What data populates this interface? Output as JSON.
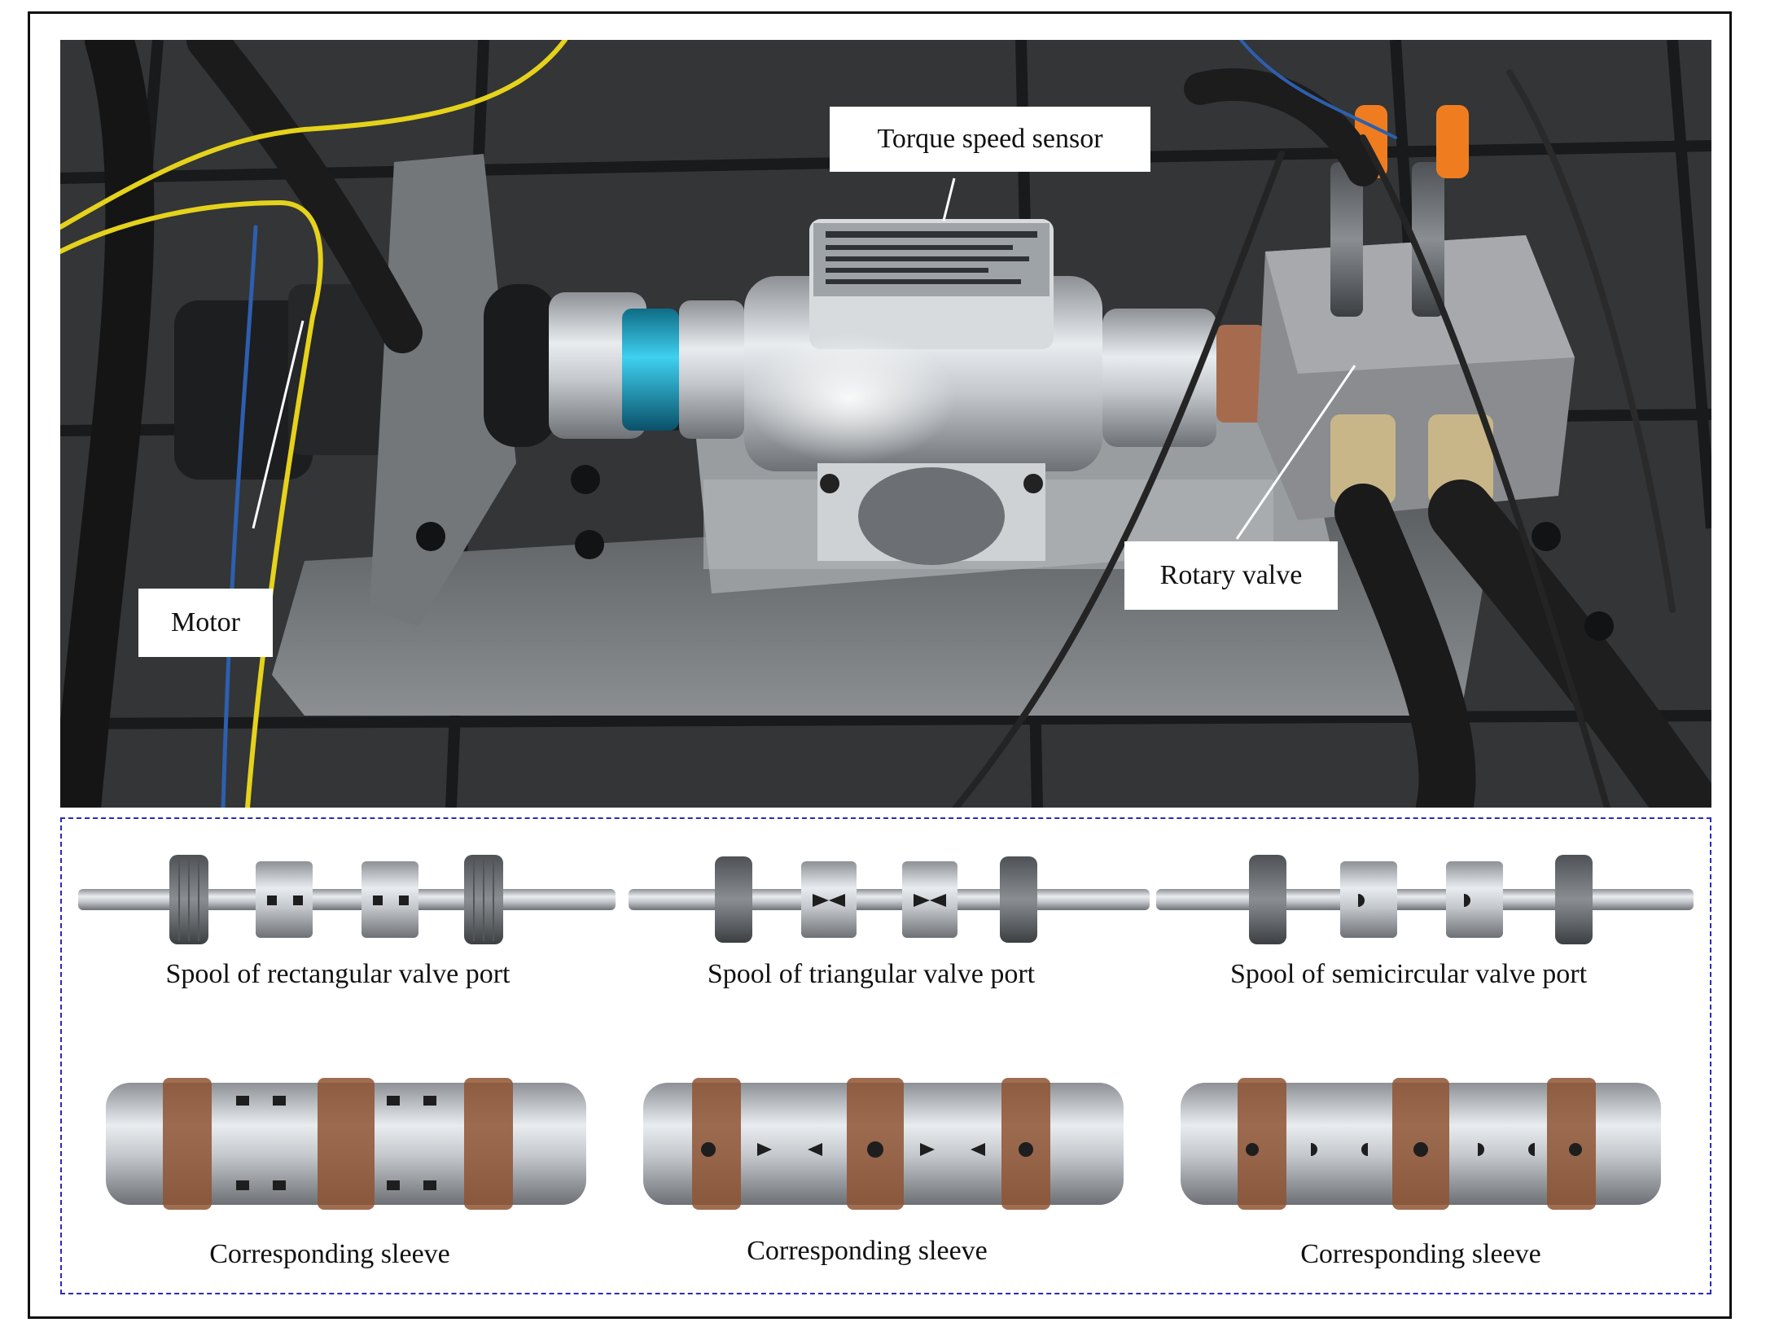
{
  "callouts": {
    "torque_sensor": "Torque speed sensor",
    "rotary_valve": "Rotary valve",
    "motor": "Motor"
  },
  "spools": [
    {
      "caption": "Spool of rectangular valve port",
      "port_shape": "rectangular"
    },
    {
      "caption": "Spool of triangular valve port",
      "port_shape": "triangular"
    },
    {
      "caption": "Spool of semicircular valve port",
      "port_shape": "semicircular"
    }
  ],
  "sleeves": [
    {
      "caption": "Corresponding sleeve",
      "port_shape": "rectangular"
    },
    {
      "caption": "Corresponding sleeve",
      "port_shape": "triangular"
    },
    {
      "caption": "Corresponding sleeve",
      "port_shape": "semicircular"
    }
  ],
  "colors": {
    "frame": "#111111",
    "panel_border": "#2b2bb8",
    "background": "#ffffff"
  }
}
